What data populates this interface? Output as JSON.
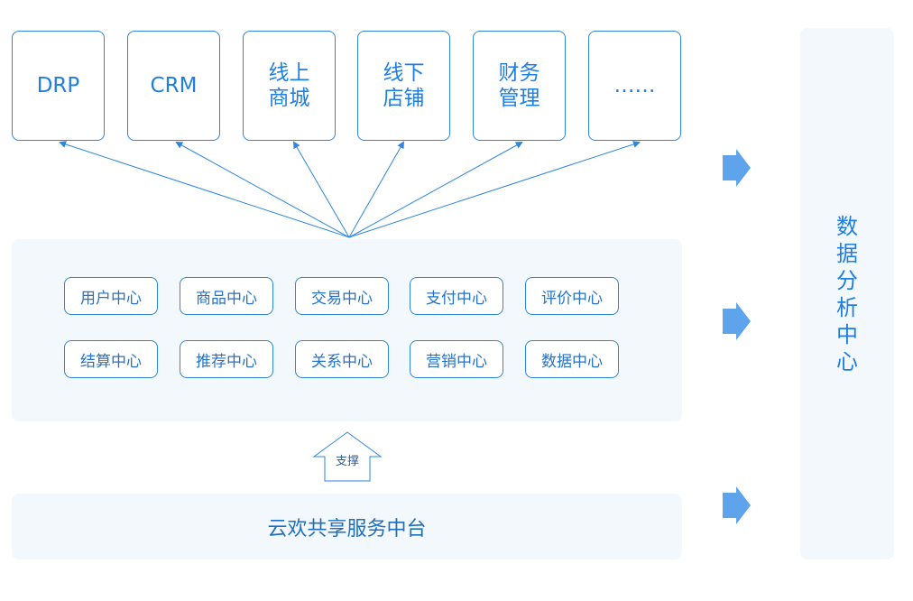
{
  "top_systems": [
    "DRP",
    "CRM",
    "线上\n商城",
    "线下\n店铺",
    "财务\n管理",
    "……"
  ],
  "centers_row1": [
    "用户中心",
    "商品中心",
    "交易中心",
    "支付中心",
    "评价中心"
  ],
  "centers_row2": [
    "结算中心",
    "推荐中心",
    "关系中心",
    "营销中心",
    "数据中心"
  ],
  "support_label": "支撑",
  "base_platform": "云欢共享服务中台",
  "analysis_center": "数据分析中心",
  "colors": {
    "accent": "#2e86de",
    "panel_bg": "#f3f8fd",
    "arrow_fill": "#5ea4ec"
  },
  "icons": [
    "right-arrow-icon",
    "support-arrow-icon"
  ]
}
